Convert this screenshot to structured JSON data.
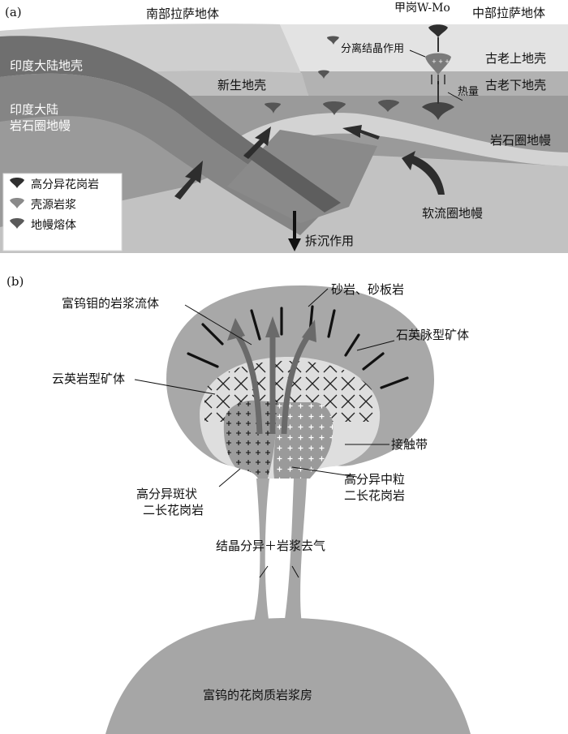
{
  "panel_a": {
    "panel_label": "(a)",
    "south_lhasa": "南部拉萨地体",
    "central_lhasa": "中部拉萨地体",
    "jiagang": "甲岗W-Mo",
    "fractional": "分离结晶作用",
    "old_upper_crust": "古老上地壳",
    "old_lower_crust": "古老下地壳",
    "heat": "热量",
    "indian_crust": "印度大陆地壳",
    "new_crust": "新生地壳",
    "indian_mantle_1": "印度大陆",
    "indian_mantle_2": "岩石圈地幔",
    "lithosphere": "岩石圈地幔",
    "asthenosphere": "软流圈地幔",
    "delamination": "拆沉作用",
    "legend": [
      {
        "icon": "highly-fractionated-granite-icon",
        "label": "高分异花岗岩"
      },
      {
        "icon": "crustal-magma-icon",
        "label": "壳源岩浆"
      },
      {
        "icon": "mantle-melt-icon",
        "label": "地幔熔体"
      }
    ]
  },
  "panel_b": {
    "panel_label": "(b)",
    "w_mo_fluid": "富钨钼的岩浆流体",
    "sandstone": "砂岩、砂板岩",
    "quartz_vein": "石英脉型矿体",
    "greisen": "云英岩型矿体",
    "contact_zone": "接触带",
    "medium_granite_1": "高分异中粒",
    "medium_granite_2": "二长花岗岩",
    "porphyritic_granite_1": "高分异斑状",
    "porphyritic_granite_2": "二长花岗岩",
    "crystallization": "结晶分异＋岩浆去气",
    "magma_chamber": "富钨的花岗质岩浆房"
  },
  "colors": {
    "sky": "#cfcfcf",
    "upper_crust": "#e4e4e4",
    "lower_crust": "#a9a9a9",
    "lithosphere": "#999999",
    "asthenosphere": "#bdbdbd",
    "indian_crust": "#6f6f6f",
    "slab": "#8c8c8c",
    "dark": "#555555"
  }
}
